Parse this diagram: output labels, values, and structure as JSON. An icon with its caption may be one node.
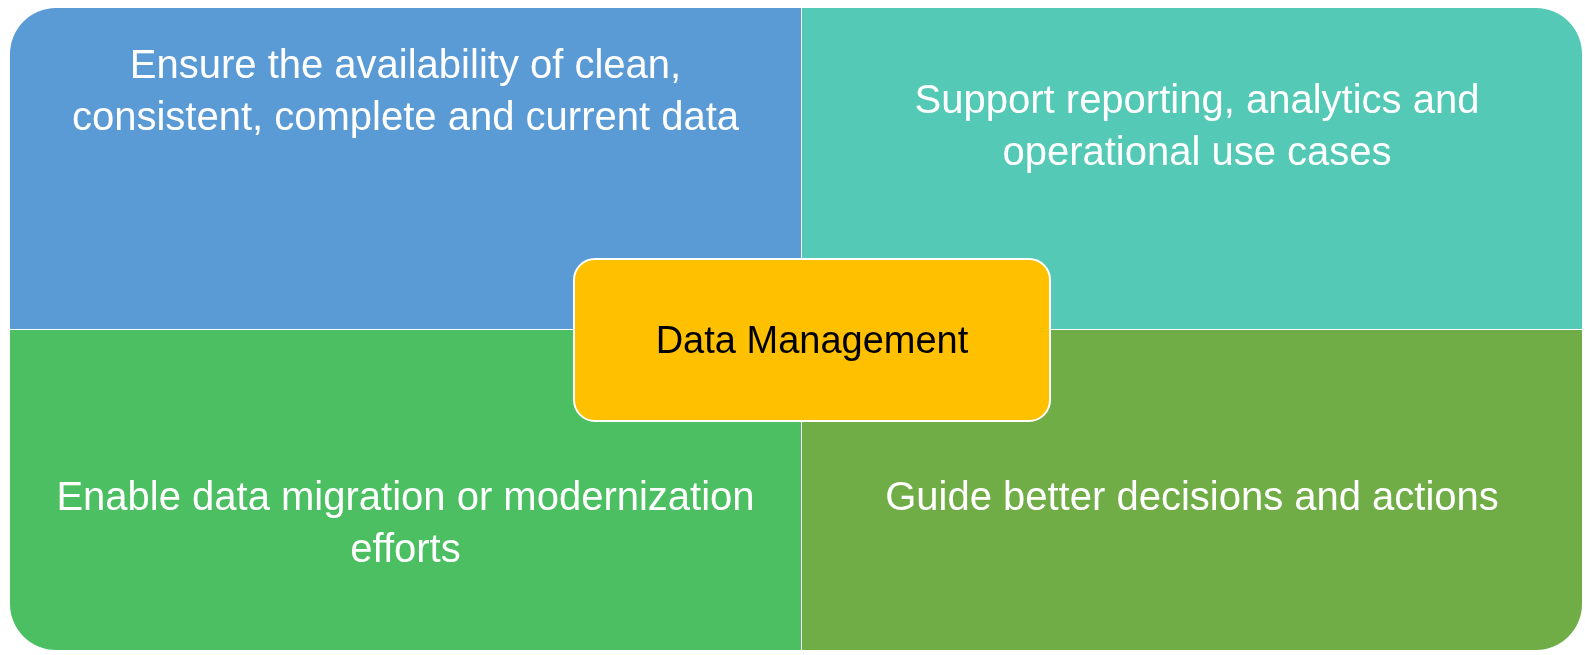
{
  "diagram": {
    "nodes": [
      {
        "text": [
          "Ensure the availability of clean, consistent, complete and current data"
        ]
      },
      {
        "text": [
          "Support reporting, analytics and operational use cases"
        ]
      },
      {
        "text": [
          "Data Management"
        ]
      },
      {
        "text": [
          "Enable data migration or modernization efforts"
        ]
      },
      {
        "text": [
          "Guide better decisions and actions"
        ]
      }
    ]
  }
}
